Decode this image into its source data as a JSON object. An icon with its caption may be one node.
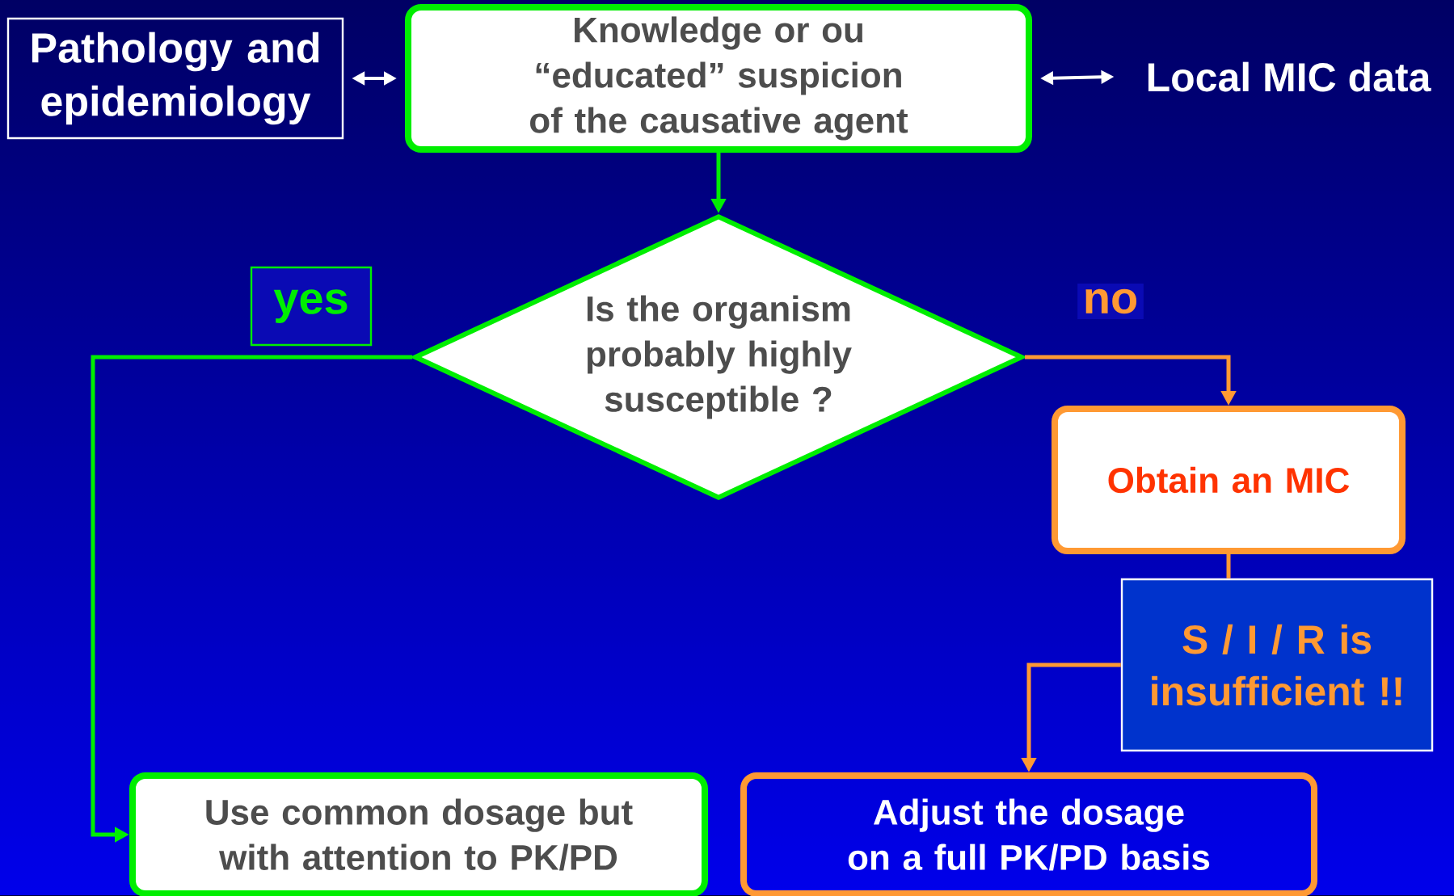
{
  "diagram": {
    "nodes": [
      {
        "text": [
          "Pathology and epidemiology"
        ]
      },
      {
        "text": [
          "Knowledge or ou “educated” suspicion of the causative agent"
        ]
      },
      {
        "text": [
          "Local MIC data"
        ]
      },
      {
        "text": [
          "Is the organism probably highly susceptible ?"
        ]
      },
      {
        "text": [
          "Obtain an MIC"
        ]
      },
      {
        "text": [
          "S / I / R is insufficient !!"
        ]
      },
      {
        "text": [
          "Use common dosage but with attention to PK/PD"
        ]
      },
      {
        "text": [
          "Adjust the dosage on a full PK/PD basis"
        ]
      }
    ],
    "edges": [
      {
        "from": 0,
        "to": 1,
        "arrow": "both",
        "color": "#ffffff"
      },
      {
        "from": 1,
        "to": 2,
        "arrow": "both",
        "color": "#ffffff"
      },
      {
        "from": 1,
        "to": 3,
        "arrow": "to",
        "color": "#00ee00"
      },
      {
        "from": 3,
        "to": 6,
        "arrow": "to",
        "label": "yes",
        "color": "#00ee00"
      },
      {
        "from": 3,
        "to": 4,
        "arrow": "to",
        "label": "no",
        "color": "#ff9933"
      },
      {
        "from": 4,
        "to": 5,
        "arrow": "none",
        "color": "#ff9933"
      },
      {
        "from": 5,
        "to": 7,
        "arrow": "to",
        "color": "#ff9933"
      }
    ]
  }
}
